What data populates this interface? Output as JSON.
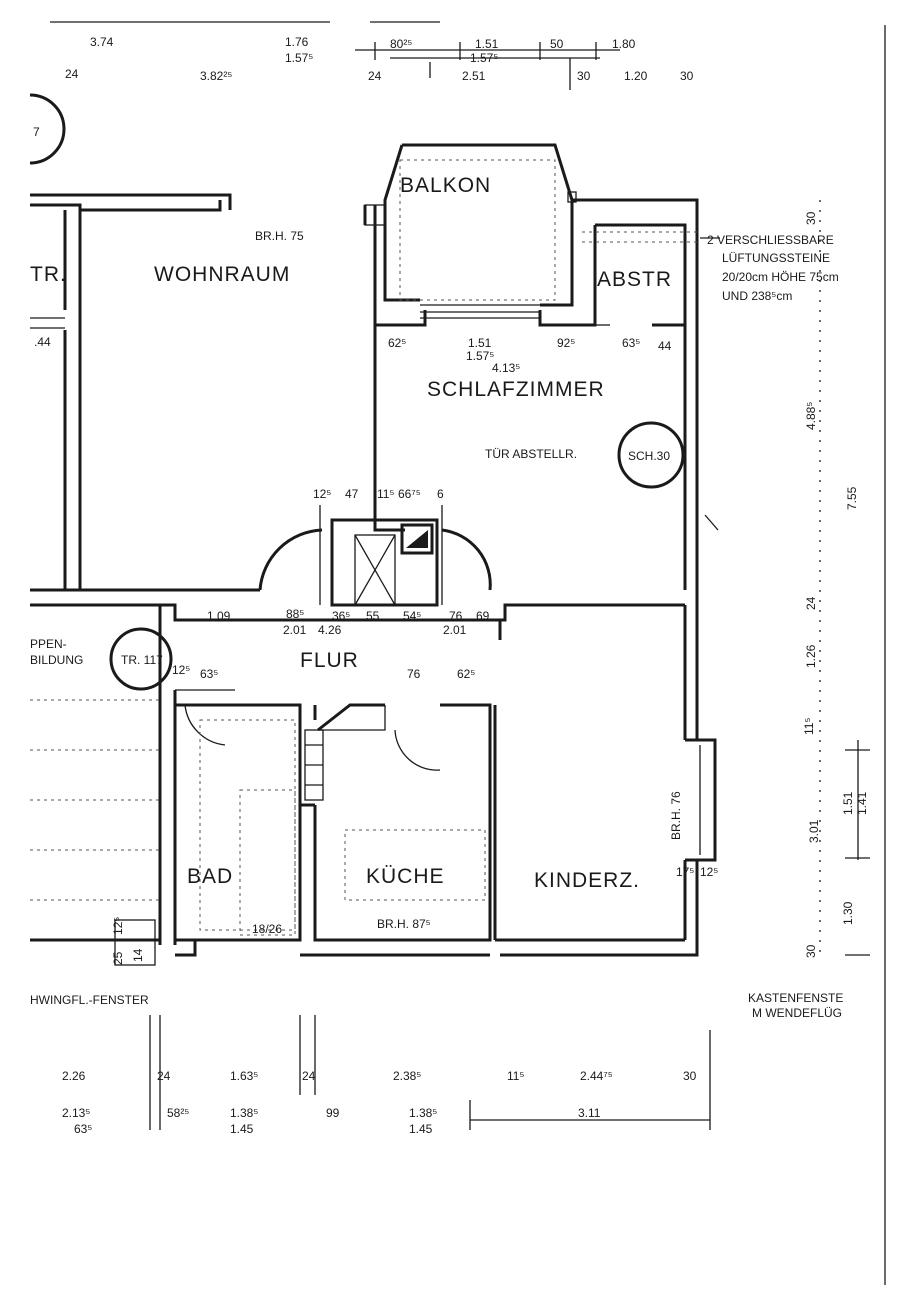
{
  "rooms": {
    "balkon": "BALKON",
    "wohnraum": "WOHNRAUM",
    "abstr": "ABSTR",
    "schlafzimmer": "SCHLAFZIMMER",
    "flur": "FLUR",
    "bad": "BAD",
    "kueche": "KÜCHE",
    "kinderz": "KINDERZ.",
    "tr_partial": "TR."
  },
  "notes": {
    "br_h_75": "BR.H. 75",
    "tuer_abstellr": "TÜR ABSTELLR.",
    "sch30": "SCH.30",
    "tr117": "TR. 117",
    "br_h_76": "BR.H. 76",
    "br_h_875": "BR.H. 87⁵",
    "vent_line1": "2 VERSCHLIESSBARE",
    "vent_line2": "LÜFTUNGSSTEINE",
    "vent_line3": "20/20cm HÖHE 75cm",
    "vent_line4": "UND 238⁵cm",
    "treppen_line1": "PPEN-",
    "treppen_line2": "BILDUNG",
    "schwing": "HWINGFL.-FENSTER",
    "kasten_line1": "KASTENFENSTE",
    "kasten_line2": "M WENDEFLÜG",
    "circle_partial": "7"
  },
  "dimensions": {
    "top_row1": [
      "3.74",
      "1.76",
      "1.57⁵",
      "80²⁵",
      "1.51",
      "1.57⁵",
      "50",
      "1.80"
    ],
    "top_row2": [
      "24",
      "3.82²⁵",
      "24",
      "2.51",
      "30",
      "1.20",
      "30"
    ],
    "schlaf_window": [
      "62⁵",
      "1.51",
      "1.57⁵",
      "92⁵",
      "63⁵",
      "44",
      "4.13⁵"
    ],
    "left_44": ".44",
    "schacht": [
      "12⁵",
      "47",
      "11⁵",
      "66⁷⁵",
      "6"
    ],
    "flur_row": [
      "1.09",
      "88⁵",
      "36⁵",
      "55",
      "54⁵",
      "76",
      "69",
      "2.01",
      "4.26",
      "2.01"
    ],
    "flur_row2": [
      "12⁵",
      "63⁵",
      "76",
      "62⁵"
    ],
    "right_col": [
      "30",
      "4.88⁵",
      "7.55",
      "24",
      "1.26",
      "11⁵",
      "3.01",
      "1.51",
      "1.41",
      "1.30",
      "30"
    ],
    "bad_small": "18/26",
    "kinder_small": [
      "17⁵",
      "12⁵"
    ],
    "left_small": [
      "12⁵",
      "25",
      "14"
    ],
    "bottom_row1": [
      "2.26",
      "24",
      "1.63⁵",
      "24",
      "2.38⁵",
      "11⁵",
      "2.44⁷⁵",
      "30"
    ],
    "bottom_row2": [
      "2.13⁵",
      "63⁵",
      "58²⁵",
      "1.38⁵",
      "1.45",
      "99",
      "1.38⁵",
      "1.45",
      "3.11"
    ]
  }
}
